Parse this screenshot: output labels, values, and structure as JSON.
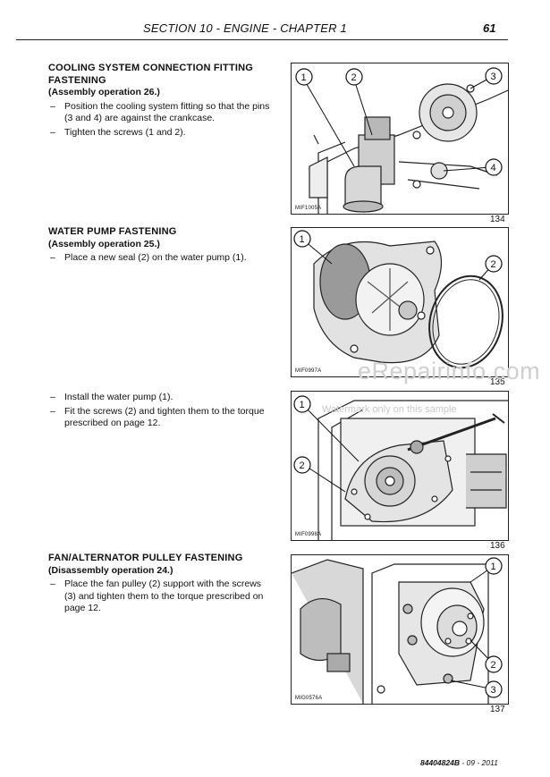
{
  "header": {
    "title": "SECTION 10 - ENGINE - CHAPTER 1",
    "page_number": "61"
  },
  "sections": [
    {
      "heading": "COOLING SYSTEM CONNECTION FITTING FASTENING",
      "subheading": "(Assembly operation 26.)",
      "steps": [
        "Position the cooling system fitting so that the pins (3 and 4) are against the crankcase.",
        "Tighten the screws (1 and 2)."
      ]
    },
    {
      "heading": "WATER PUMP FASTENING",
      "subheading": "(Assembly operation 25.)",
      "steps": [
        "Place a new seal (2) on the water pump (1)."
      ]
    },
    {
      "heading": "",
      "subheading": "",
      "steps": [
        "Install the water pump (1).",
        "Fit the screws (2) and tighten them to the torque prescribed on page 12."
      ]
    },
    {
      "heading": "FAN/ALTERNATOR PULLEY FASTENING",
      "subheading": "(Disassembly operation 24.)",
      "steps": [
        "Place the fan pulley (2) support with the screws (3) and tighten them to the torque prescribed on page 12."
      ]
    }
  ],
  "figures": [
    {
      "code": "MIF1005A",
      "number": "134",
      "callouts": [
        "1",
        "2",
        "3",
        "4"
      ]
    },
    {
      "code": "MIF0997A",
      "number": "135",
      "callouts": [
        "1",
        "2"
      ]
    },
    {
      "code": "MIF0998A",
      "number": "136",
      "callouts": [
        "1",
        "2"
      ]
    },
    {
      "code": "MIG0576A",
      "number": "137",
      "callouts": [
        "1",
        "2",
        "3"
      ]
    }
  ],
  "watermark": {
    "main": "eRepairinfo.com",
    "sub": "Watermark only on this sample"
  },
  "footer": {
    "code": "84404824B",
    "date": "- 09 - 2011"
  }
}
